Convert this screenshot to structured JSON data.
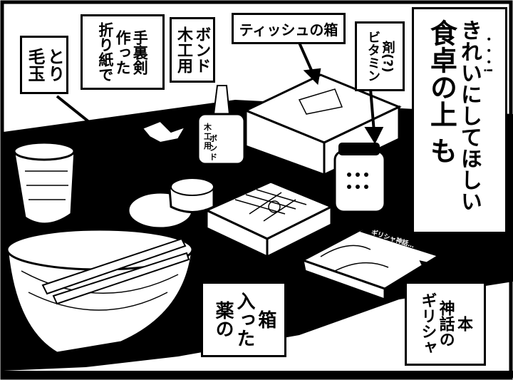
{
  "labels": {
    "lint_remover": [
      "毛玉",
      "とり"
    ],
    "shuriken": [
      "折り紙で",
      "作った",
      "手裏剣"
    ],
    "glue": [
      "木工用",
      "ボンド"
    ],
    "tissue_box": "ティッシュの箱",
    "vitamins": [
      "ビタミン",
      "剤(?)"
    ],
    "medicine_box": [
      "薬の",
      "入った",
      "箱"
    ],
    "myth_book": [
      "ギリシャ",
      "神話の",
      "本"
    ]
  },
  "caption": {
    "lines": [
      "食卓の上 も",
      "きれいにしてほしい"
    ],
    "trail": "・・・!"
  },
  "drawn_text": {
    "glue_bottle_label": [
      "木工用",
      "ボンド"
    ],
    "book_title": "ギリシャ神話…"
  }
}
